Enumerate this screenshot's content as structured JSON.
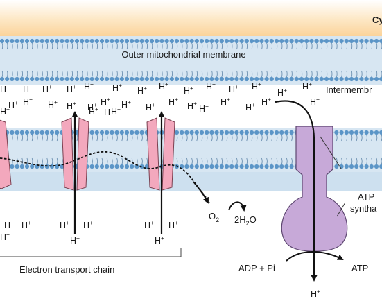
{
  "labels": {
    "cytosol_fragment": "Cy",
    "outer_membrane": "Outer mitochondrial membrane",
    "intermembrane_fragment": "Intermembr",
    "etc": "Electron transport chain",
    "atp_synthase_line1": "ATP",
    "atp_synthase_line2": "syntha",
    "o2": "O",
    "o2_sub": "2",
    "water_prefix": "2H",
    "water_sub": "2",
    "water_suffix": "O",
    "adp_pi": "ADP + Pi",
    "atp": "ATP",
    "proton": "H",
    "proton_charge": "+"
  },
  "colors": {
    "cytosol": "#fbd9a6",
    "intermembrane_space": "#d7e6f2",
    "matrix": "#cde0ef",
    "lipid_head": "#5b95c7",
    "etc_protein": "#f3a8bd",
    "atp_synthase": "#c7a9d8"
  },
  "protons": {
    "intermembrane_count": 33,
    "matrix_count": 9,
    "exit_count": 1
  }
}
